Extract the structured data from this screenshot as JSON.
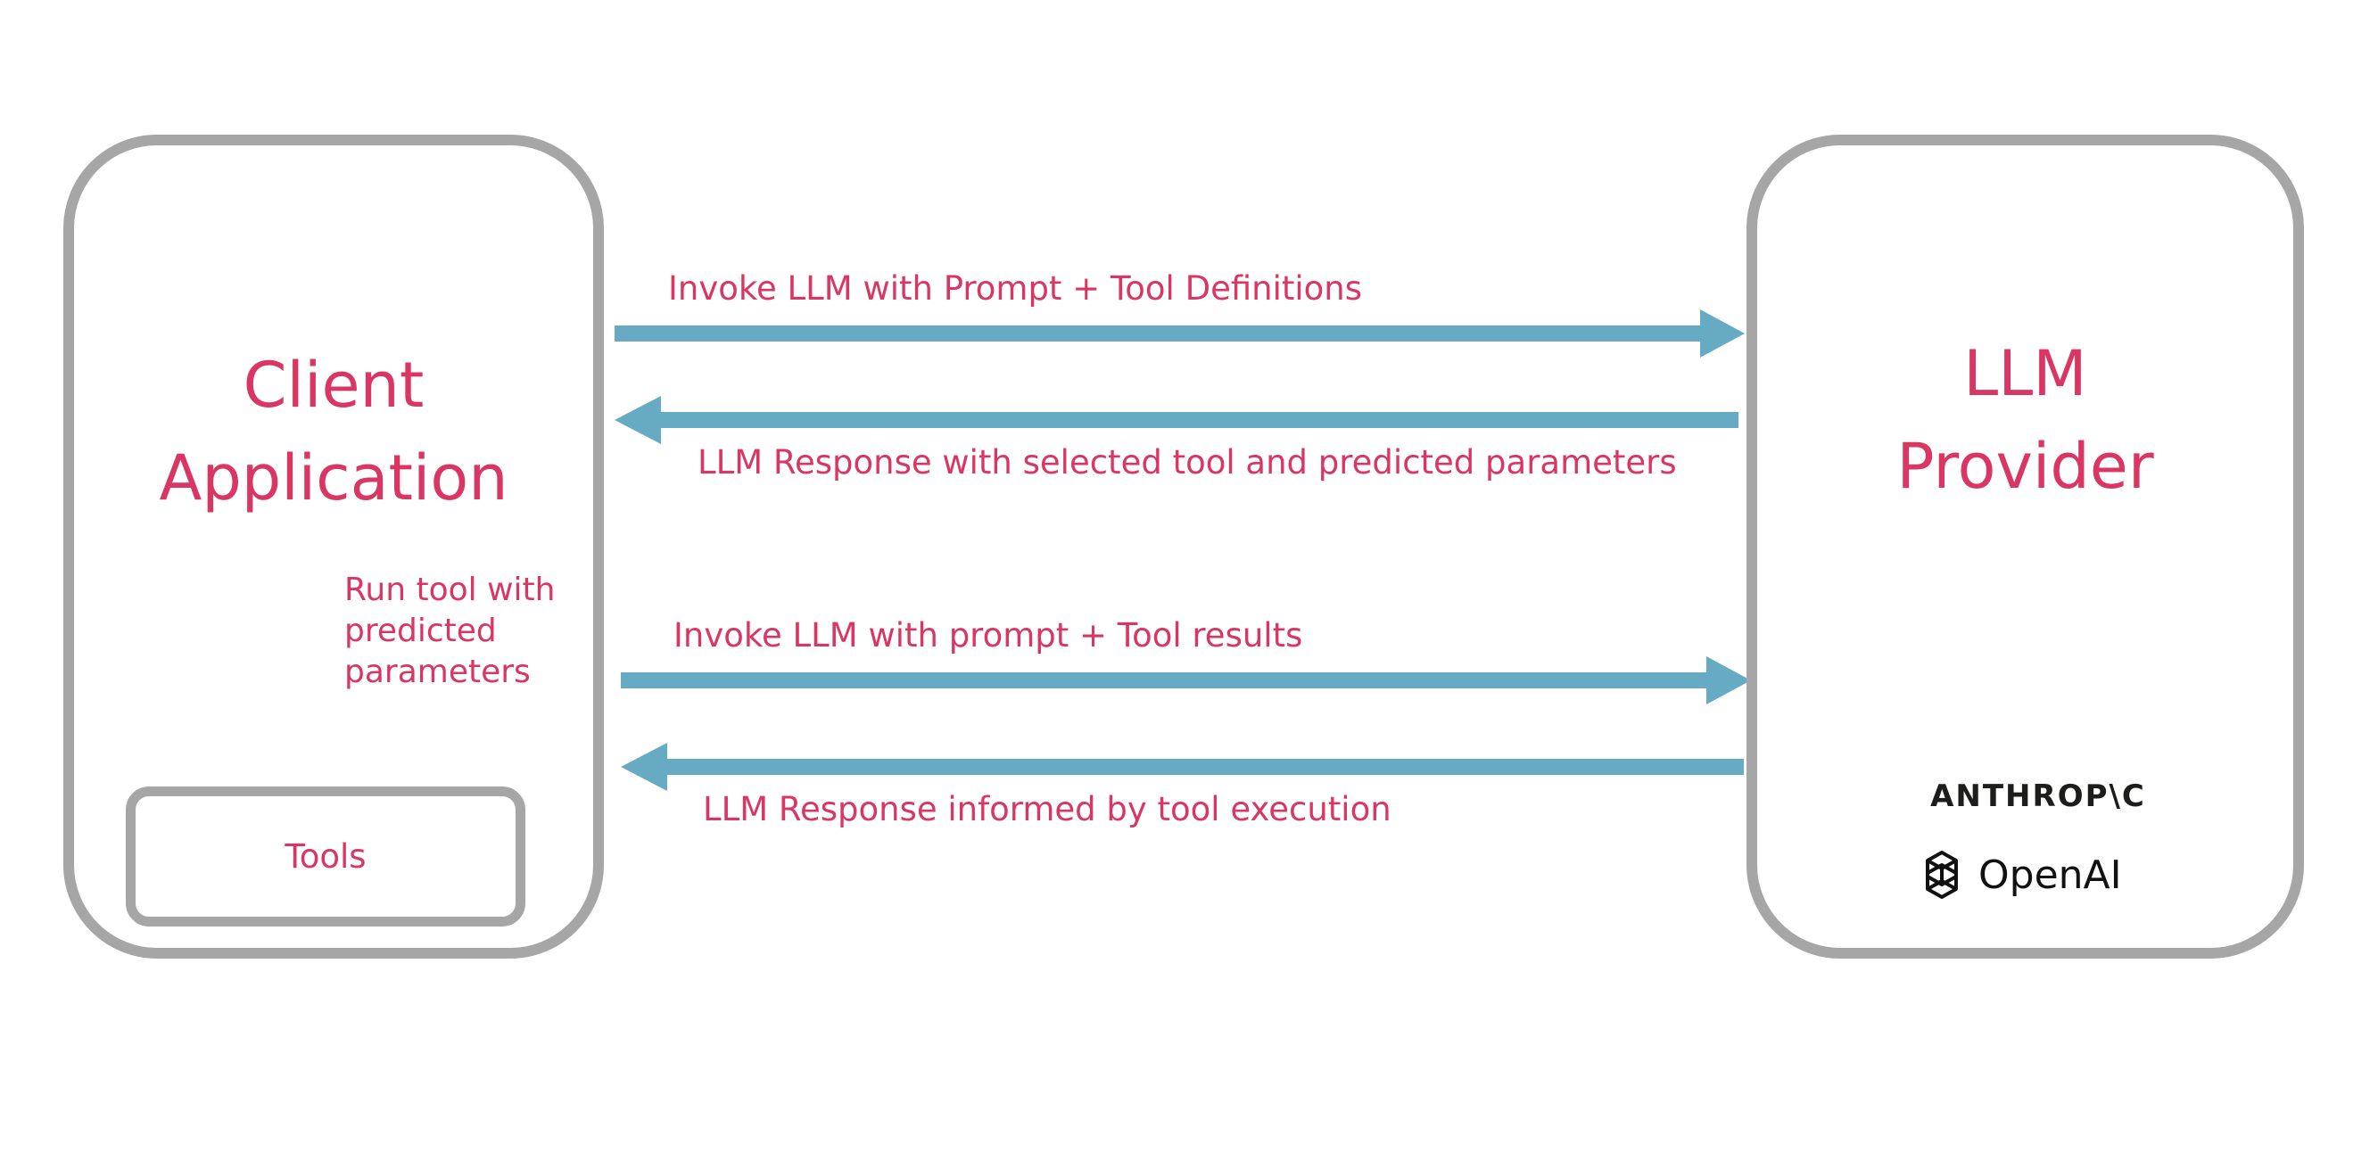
{
  "client": {
    "title": "Client\nApplication",
    "tools_label": "Tools",
    "run_tool_label": "Run tool with\npredicted\nparameters"
  },
  "provider": {
    "title": "LLM\nProvider",
    "logos": {
      "anthropic": "ANTHROP\\C",
      "openai": "OpenAI"
    }
  },
  "messages": {
    "invoke_definitions": "Invoke LLM with Prompt + Tool Definitions",
    "response_selected": "LLM Response with selected tool and predicted parameters",
    "invoke_results": "Invoke LLM with prompt + Tool results",
    "response_informed": "LLM Response informed by tool execution"
  },
  "colors": {
    "text_accent": "#d93664",
    "arrow": "#67aac4",
    "box_border": "#a6a6a6"
  }
}
